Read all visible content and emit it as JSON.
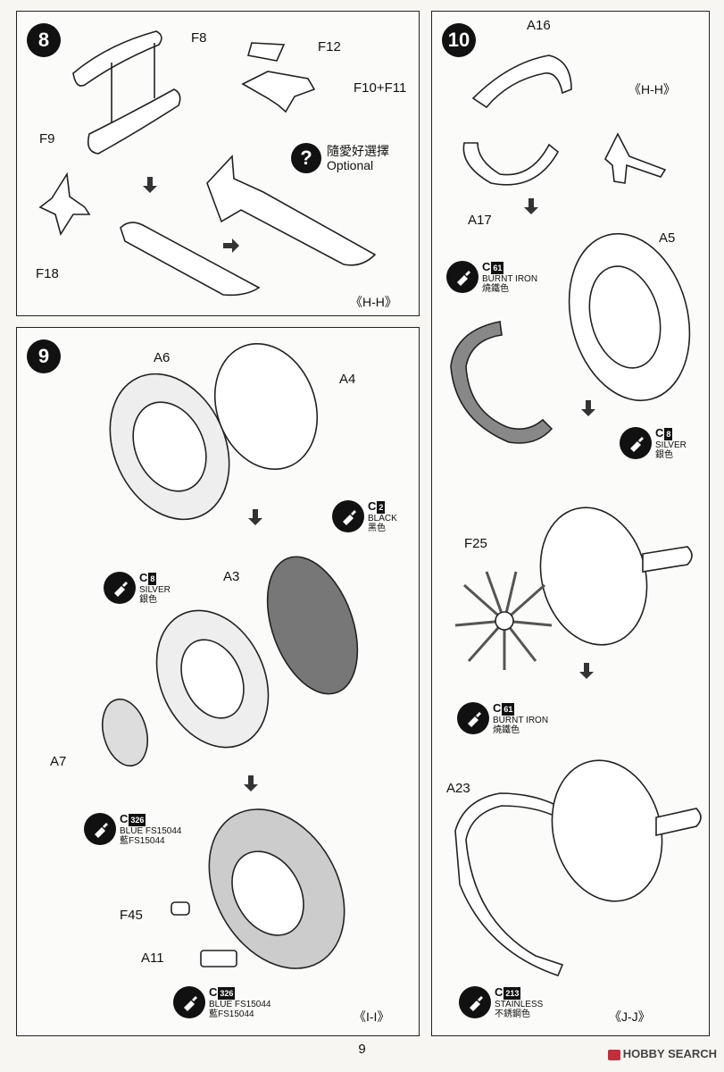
{
  "step8": {
    "number": "8",
    "labels": {
      "f8": "F8",
      "f9": "F9",
      "f12": "F12",
      "f10_f11": "F10+F11",
      "f18": "F18"
    },
    "optional": {
      "zh": "隨愛好選擇",
      "en": "Optional"
    },
    "section": "《H-H》"
  },
  "step9": {
    "number": "9",
    "labels": {
      "a6": "A6",
      "a4": "A4",
      "a3": "A3",
      "a7": "A7",
      "f45": "F45",
      "a11": "A11"
    },
    "paint_black": {
      "code": "C",
      "num": "2",
      "name": "BLACK",
      "zh": "黑色"
    },
    "paint_silver": {
      "code": "C",
      "num": "8",
      "name": "SILVER",
      "zh": "銀色"
    },
    "paint_blue1": {
      "code": "C",
      "num": "326",
      "name": "BLUE FS15044",
      "zh": "藍FS15044"
    },
    "paint_blue2": {
      "code": "C",
      "num": "326",
      "name": "BLUE FS15044",
      "zh": "藍FS15044"
    },
    "section": "《I-I》"
  },
  "step10": {
    "number": "10",
    "labels": {
      "a16": "A16",
      "a17": "A17",
      "a5": "A5",
      "f25": "F25",
      "a23": "A23"
    },
    "paint_burnt1": {
      "code": "C",
      "num": "61",
      "name": "BURNT IRON",
      "zh": "燒鐵色"
    },
    "paint_silver": {
      "code": "C",
      "num": "8",
      "name": "SILVER",
      "zh": "銀色"
    },
    "paint_burnt2": {
      "code": "C",
      "num": "61",
      "name": "BURNT IRON",
      "zh": "燒鐵色"
    },
    "paint_stainless": {
      "code": "C",
      "num": "213",
      "name": "STAINLESS",
      "zh": "不銹鋼色"
    },
    "section_hh": "《H-H》",
    "section": "《J-J》"
  },
  "page_number": "9",
  "watermark": "HOBBY SEARCH"
}
